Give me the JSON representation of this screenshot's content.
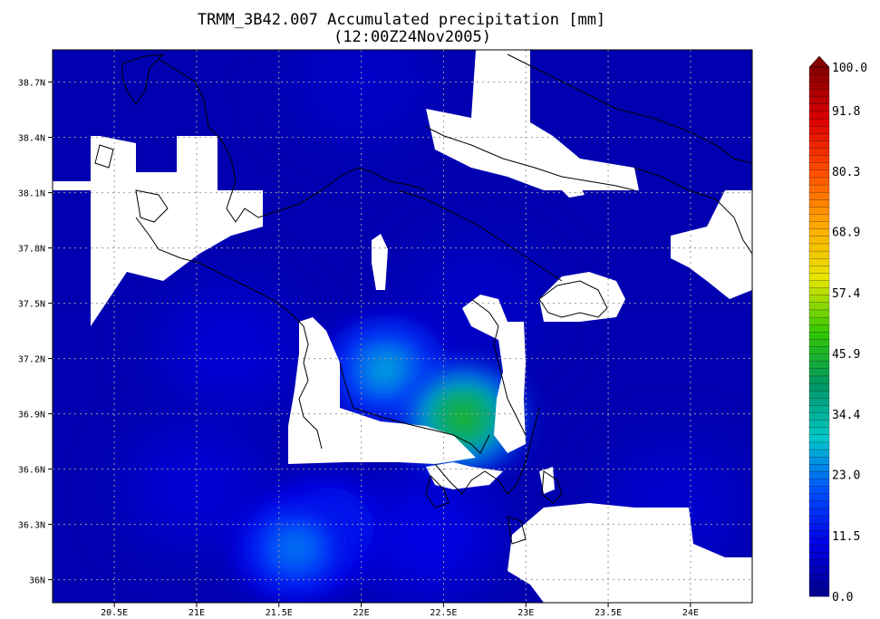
{
  "chart_data": {
    "type": "heatmap",
    "title": "TRMM_3B42.007 Accumulated precipitation [mm]",
    "subtitle": "(12:00Z24Nov2005)",
    "xlabel": "",
    "ylabel": "",
    "x_ticks": [
      "20.5E",
      "21E",
      "21.5E",
      "22E",
      "22.5E",
      "23E",
      "23.5E",
      "24E"
    ],
    "x_tick_values": [
      20.5,
      21.0,
      21.5,
      22.0,
      22.5,
      23.0,
      23.5,
      24.0
    ],
    "y_ticks": [
      "36N",
      "36.3N",
      "36.6N",
      "36.9N",
      "37.2N",
      "37.5N",
      "37.8N",
      "38.1N",
      "38.4N",
      "38.7N"
    ],
    "y_tick_values": [
      36.0,
      36.3,
      36.6,
      36.9,
      37.2,
      37.5,
      37.8,
      38.1,
      38.4,
      38.7
    ],
    "xlim": [
      20.125,
      24.375
    ],
    "ylim": [
      35.875,
      38.875
    ],
    "grid": true,
    "colorbar": {
      "min": 0,
      "max": 100,
      "labels": [
        "100.0",
        "91.8",
        "80.3",
        "68.9",
        "57.4",
        "45.9",
        "34.4",
        "23.0",
        "11.5",
        "0.0"
      ],
      "label_values": [
        100.0,
        91.8,
        80.3,
        68.9,
        57.4,
        45.9,
        34.4,
        23.0,
        11.5,
        0.0
      ]
    },
    "background_value": 4,
    "precipitation_peaks": [
      {
        "lon": 22.62,
        "lat": 36.88,
        "value": 48
      },
      {
        "lon": 22.15,
        "lat": 37.14,
        "value": 28
      },
      {
        "lon": 21.6,
        "lat": 36.17,
        "value": 24
      },
      {
        "lon": 21.8,
        "lat": 36.28,
        "value": 18
      },
      {
        "lon": 22.4,
        "lat": 36.24,
        "value": 11
      },
      {
        "lon": 21.2,
        "lat": 37.25,
        "value": 9
      },
      {
        "lon": 21.0,
        "lat": 36.5,
        "value": 9
      },
      {
        "lon": 22.0,
        "lat": 38.7,
        "value": 7
      },
      {
        "lon": 23.9,
        "lat": 36.4,
        "value": 8
      },
      {
        "lon": 22.7,
        "lat": 37.5,
        "value": 7
      }
    ]
  },
  "colors": {
    "colormap": [
      "#00008c",
      "#0000e6",
      "#0050ff",
      "#00c8c8",
      "#009664",
      "#32c800",
      "#e6e600",
      "#ffaa00",
      "#ff5000",
      "#dc0000",
      "#820000"
    ],
    "coastline": "#000000",
    "gridline": "#9a9a9a",
    "land_mask": "#ffffff"
  }
}
